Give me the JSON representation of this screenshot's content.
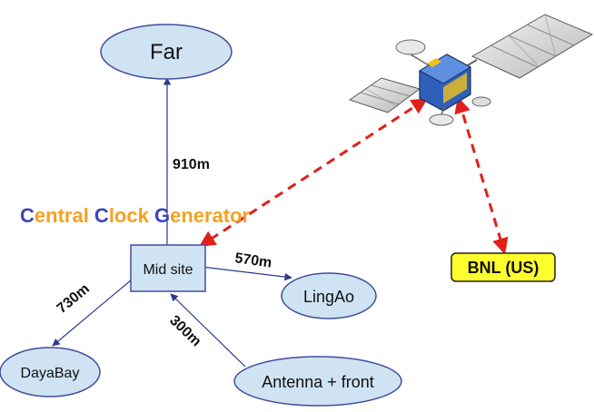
{
  "nodes": {
    "far": "Far",
    "mid_site": "Mid site",
    "lingao": "LingAo",
    "dayabay": "DayaBay",
    "antenna": "Antenna + front",
    "bnl": "BNL (US)"
  },
  "distances": {
    "far": "910m",
    "lingao": "570m",
    "dayabay": "730m",
    "antenna": "300m"
  },
  "title": {
    "parts": [
      {
        "text": "C",
        "accent": true
      },
      {
        "text": "entral ",
        "accent": false
      },
      {
        "text": "C",
        "accent": true
      },
      {
        "text": "lock ",
        "accent": false
      },
      {
        "text": "G",
        "accent": true
      },
      {
        "text": "enerator",
        "accent": false
      }
    ]
  },
  "colors": {
    "ellipse_fill": "#cfe3f3",
    "ellipse_stroke": "#3f4d9c",
    "arrow": "#2b3a8a",
    "dashed": "#e0201a",
    "title_accent": "#3b47b5",
    "title_main": "#f4a21f",
    "bnl_fill": "#ffff2e"
  }
}
